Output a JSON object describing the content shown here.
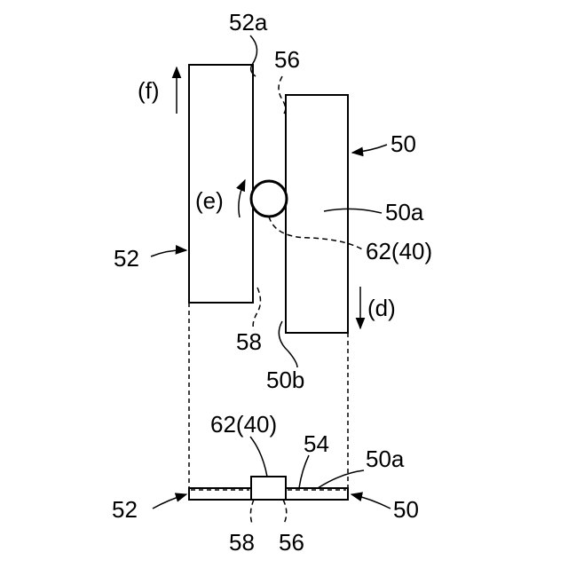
{
  "labels": {
    "l_52a": "52a",
    "l_56_top": "56",
    "l_f": "(f)",
    "l_50": "50",
    "l_e": "(e)",
    "l_50a": "50a",
    "l_52": "52",
    "l_62_40": "62(40)",
    "l_d": "(d)",
    "l_58": "58",
    "l_50b": "50b",
    "l_62_40_bottom": "62(40)",
    "l_54": "54",
    "l_50a_bottom": "50a",
    "l_52_bottom": "52",
    "l_50_bottom": "50",
    "l_58_bottom": "58",
    "l_56_bottom": "56"
  }
}
